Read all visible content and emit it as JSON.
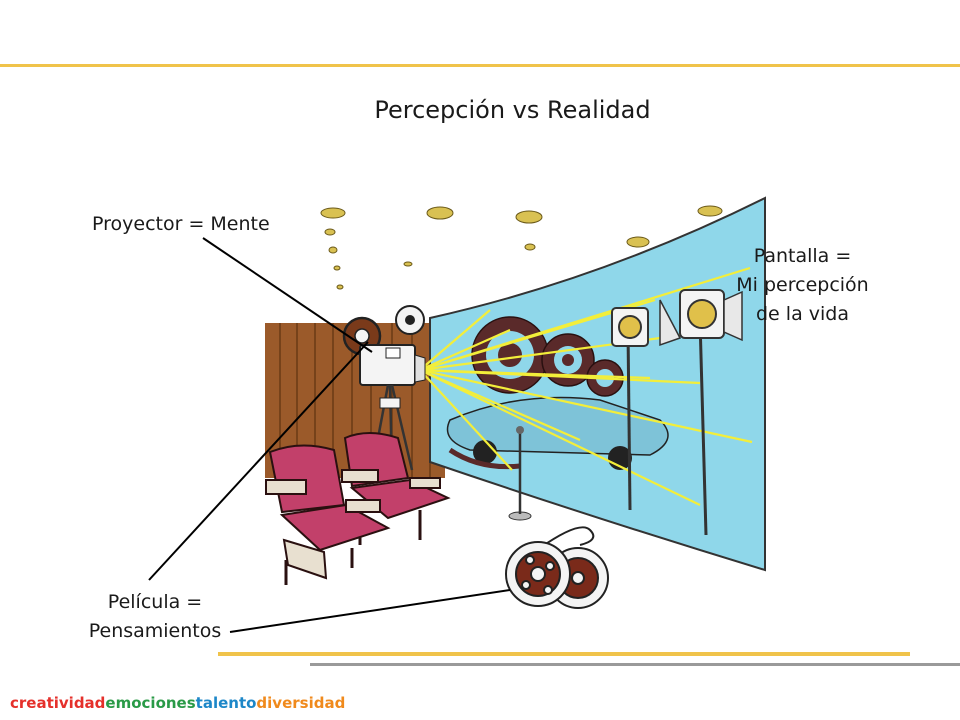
{
  "slide": {
    "title": "Percepción vs Realidad"
  },
  "labels": {
    "proyector": "Proyector = Mente",
    "pantalla_line1": "Pantalla =",
    "pantalla_line2": "Mi percepción",
    "pantalla_line3": "de la vida",
    "pelicula_line1": "Película =",
    "pelicula_line2": "Pensamientos"
  },
  "footer": {
    "brand_parts": [
      "creatividad",
      "emociones",
      "talento",
      "diversidad"
    ]
  },
  "colors": {
    "accent_line": "#f0c34a",
    "secondary_line": "#9a9a9a",
    "screen": "#8fd7ea",
    "seats": "#c2406a",
    "curtain": "#9b5a2a",
    "light_beams": "#f3ee3a"
  },
  "illustration": {
    "icons": [
      "projector-icon",
      "film-reel-icon",
      "cinema-seats-icon",
      "spotlight-icon",
      "movie-screen-icon"
    ]
  }
}
